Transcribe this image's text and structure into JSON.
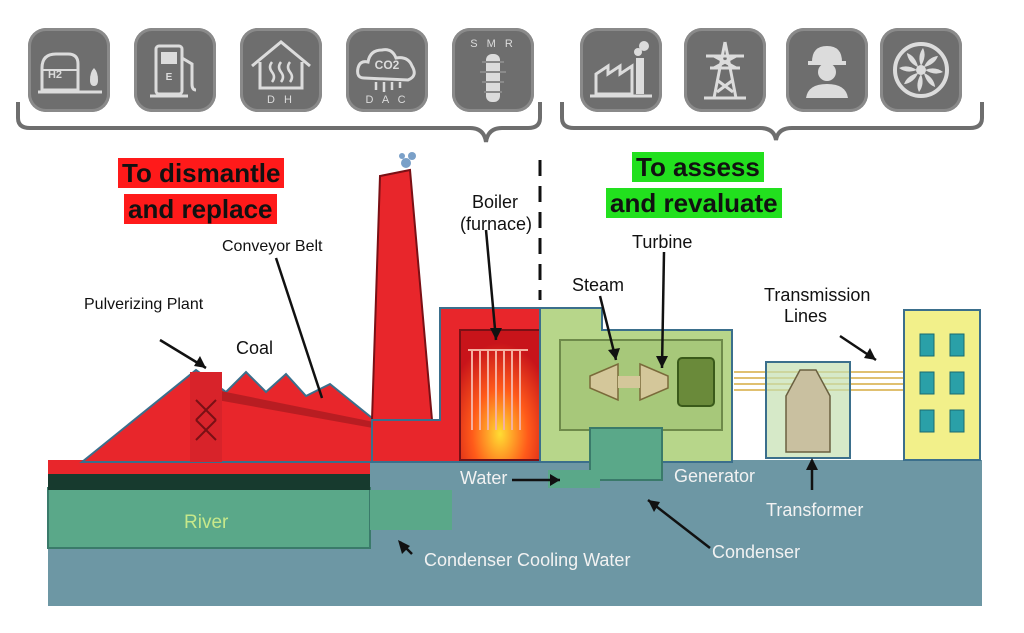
{
  "icons": {
    "h2": {
      "icon": "hydrogen-tank-icon",
      "text": "H2"
    },
    "ev": {
      "icon": "ev-charging-icon",
      "text": "E"
    },
    "dh": {
      "icon": "district-heating-icon",
      "caption": "D H"
    },
    "dac": {
      "icon": "co2-capture-icon",
      "text": "CO2",
      "caption": "D A C"
    },
    "smr": {
      "icon": "small-modular-reactor-icon",
      "caption": "S M R"
    },
    "factory": {
      "icon": "factory-icon"
    },
    "pylon": {
      "icon": "transmission-tower-icon"
    },
    "worker": {
      "icon": "worker-icon"
    },
    "fan": {
      "icon": "turbine-fan-icon"
    }
  },
  "banners": {
    "dismantle": [
      "To dismantle",
      "and replace"
    ],
    "assess": [
      "To assess",
      "and revaluate"
    ]
  },
  "labels": {
    "boiler": [
      "Boiler",
      "(furnace)"
    ],
    "conveyor": "Conveyor Belt",
    "pulverizing": "Pulverizing Plant",
    "coal": "Coal",
    "turbine": "Turbine",
    "steam": "Steam",
    "transmission": [
      "Transmission",
      "Lines"
    ],
    "water": "Water",
    "generator": "Generator",
    "transformer": "Transformer",
    "condenser": "Condenser",
    "cooling": "Condenser Cooling Water",
    "river": "River"
  },
  "colors": {
    "dismantle_red": "#ff1a1a",
    "assess_green": "#22e01e",
    "plant_red": "#e8262b",
    "plant_green": "#b7d68a",
    "ground_blue": "#6d97a4",
    "icon_gray": "#6e6e6e"
  }
}
